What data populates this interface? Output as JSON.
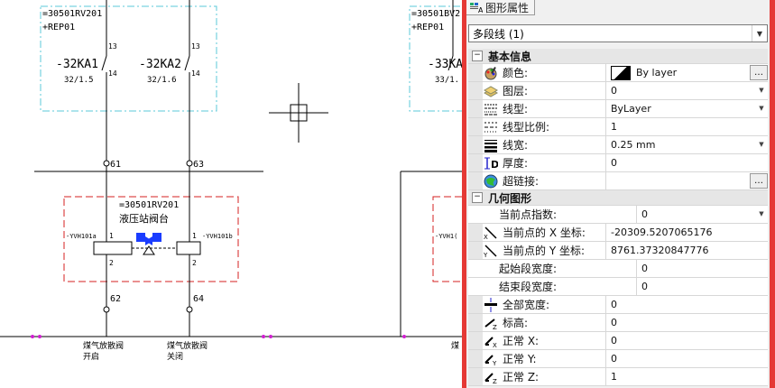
{
  "drawing": {
    "block_left": {
      "ref": "=30501RV201",
      "loc": "+REP01"
    },
    "block_right": {
      "ref": "=30501BV2",
      "loc": "+REP01"
    },
    "relays": [
      {
        "name": "-32KA1",
        "ratio": "32/1.5",
        "pin_top": "13",
        "pin_bottom": "14"
      },
      {
        "name": "-32KA2",
        "ratio": "32/1.6",
        "pin_top": "13",
        "pin_bottom": "14"
      },
      {
        "name": "-33KA",
        "ratio": "33/1."
      }
    ],
    "wires": {
      "w61": "61",
      "w63": "63",
      "w62": "62",
      "w64": "64"
    },
    "valve_block": {
      "ref": "=30501RV201",
      "title": "液压站阀台",
      "coil_left": "-YVH101a",
      "coil_right": "-YVH101b",
      "coil_right_clip": "-YVH1(",
      "pin1": "1",
      "pin2": "2"
    },
    "labels": {
      "left_a": "煤气放散阀",
      "left_b": "开启",
      "mid_a": "煤气放散阀",
      "mid_b": "关闭",
      "right_a": "煤"
    }
  },
  "panel": {
    "tab_label": "图形属性",
    "selector": "多段线 (1)",
    "categories": [
      {
        "title": "基本信息",
        "rows": [
          {
            "name": "颜色:",
            "value": "By layer",
            "icon": "color-palette-icon",
            "control": "ellipsis"
          },
          {
            "name": "图层:",
            "value": "0",
            "icon": "layer-icon",
            "control": "dropdown"
          },
          {
            "name": "线型:",
            "value": "ByLayer",
            "icon": "linetype-icon",
            "control": "dropdown"
          },
          {
            "name": "线型比例:",
            "value": "1",
            "icon": "linetype-scale-icon",
            "control": "none"
          },
          {
            "name": "线宽:",
            "value": "0.25 mm",
            "icon": "lineweight-icon",
            "control": "dropdown"
          },
          {
            "name": "厚度:",
            "value": "0",
            "icon": "thickness-icon",
            "control": "none"
          },
          {
            "name": "超链接:",
            "value": "",
            "icon": "hyperlink-icon",
            "control": "ellipsis"
          }
        ]
      },
      {
        "title": "几何图形",
        "rows": [
          {
            "name": "当前点指数:",
            "value": "0",
            "icon": "",
            "control": "spinner"
          },
          {
            "name": "当前点的 X 坐标:",
            "value": "-20309.5207065176",
            "icon": "x-coordinate-icon",
            "control": "none"
          },
          {
            "name": "当前点的 Y 坐标:",
            "value": "8761.37320847776",
            "icon": "y-coordinate-icon",
            "control": "none"
          },
          {
            "name": "起始段宽度:",
            "value": "0",
            "icon": "",
            "control": "none"
          },
          {
            "name": "结束段宽度:",
            "value": "0",
            "icon": "",
            "control": "none"
          },
          {
            "name": "全部宽度:",
            "value": "0",
            "icon": "global-width-icon",
            "control": "none"
          },
          {
            "name": "标高:",
            "value": "0",
            "icon": "elevation-icon",
            "control": "none"
          },
          {
            "name": "正常 X:",
            "value": "0",
            "icon": "normal-x-icon",
            "control": "none"
          },
          {
            "name": "正常 Y:",
            "value": "0",
            "icon": "normal-y-icon",
            "control": "none"
          },
          {
            "name": "正常 Z:",
            "value": "1",
            "icon": "normal-z-icon",
            "control": "none"
          }
        ]
      }
    ]
  },
  "colors": {
    "accent_red": "#e53935",
    "cyan_dash": "#5bc8d8",
    "red_dash": "#d42020",
    "valve_blue": "#1a3cff"
  }
}
